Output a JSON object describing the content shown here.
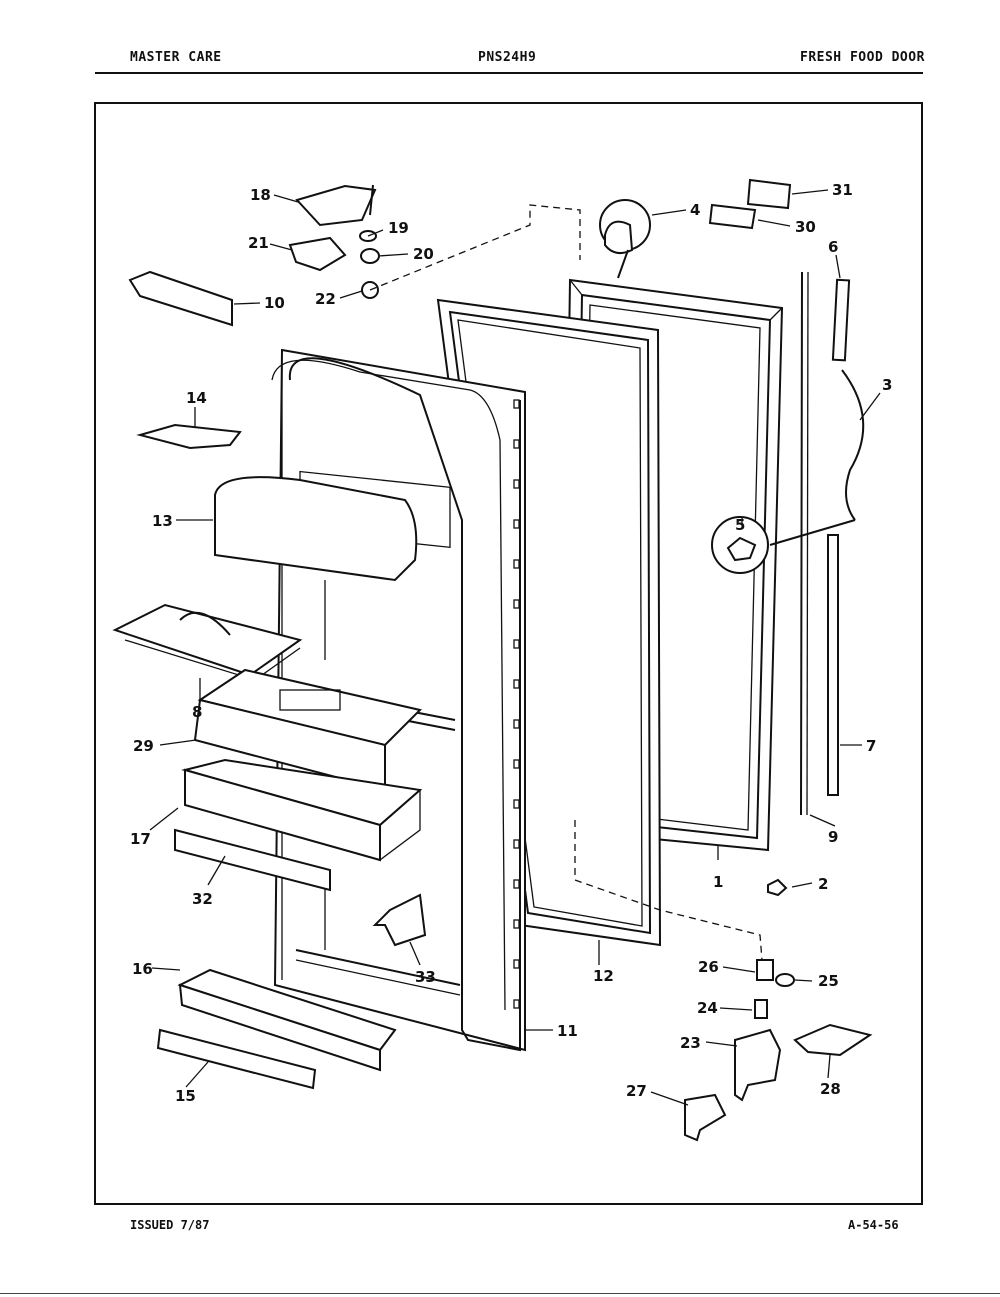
{
  "header": {
    "left": "MASTER CARE",
    "center": "PNS24H9",
    "right": "FRESH FOOD DOOR"
  },
  "footer": {
    "left": "ISSUED 7/87",
    "right": "A-54-56"
  },
  "callouts": [
    "1",
    "2",
    "3",
    "4",
    "5",
    "6",
    "7",
    "8",
    "9",
    "10",
    "11",
    "12",
    "13",
    "14",
    "15",
    "16",
    "17",
    "18",
    "19",
    "20",
    "21",
    "22",
    "23",
    "24",
    "25",
    "26",
    "27",
    "28",
    "29",
    "30",
    "31",
    "32",
    "33"
  ]
}
